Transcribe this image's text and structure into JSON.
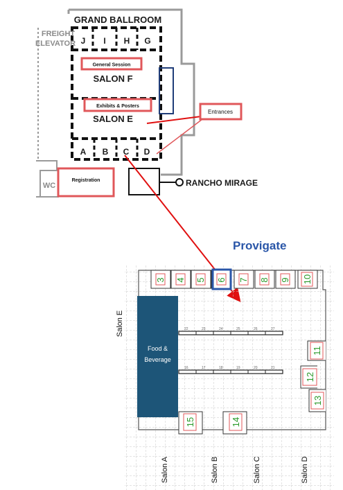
{
  "floorplan": {
    "grand_ballroom": "GRAND BALLROOM",
    "freight": "FREIGHT",
    "elevator": "ELEVATOR",
    "top_salons": [
      "J",
      "I",
      "H",
      "G"
    ],
    "general_session": "General Session",
    "salon_f": "SALON F",
    "exhibits_posters": "Exhibits & Posters",
    "salon_e": "SALON E",
    "entrances": "Entrances",
    "bottom_salons": [
      "A",
      "B",
      "C",
      "D"
    ],
    "wc": "WC",
    "registration": "Registration",
    "rancho_mirage": "RANCHO MIRAGE"
  },
  "detail": {
    "provigate": "Provigate",
    "salon_e_side": "Salon E",
    "food_beverage_1": "Food &",
    "food_beverage_2": "Beverage",
    "top_booths": [
      "3",
      "4",
      "5",
      "6",
      "7",
      "8",
      "9",
      "10"
    ],
    "right_booths": [
      "11",
      "12",
      "13"
    ],
    "bottom_booths": [
      "15",
      "14"
    ],
    "table_row_1": [
      "22",
      "23",
      "24",
      "25",
      "26",
      "27"
    ],
    "table_row_2": [
      "16",
      "17",
      "18",
      "19",
      "20",
      "21"
    ],
    "bottom_salons": [
      "Salon A",
      "Salon B",
      "Salon C",
      "Salon D"
    ]
  },
  "colors": {
    "highlight_red": "#e0575a",
    "arrow_red": "#e01010",
    "provigate_blue": "#2a56a8",
    "food_teal": "#1d5578",
    "booth_green": "#2a9a2a"
  }
}
